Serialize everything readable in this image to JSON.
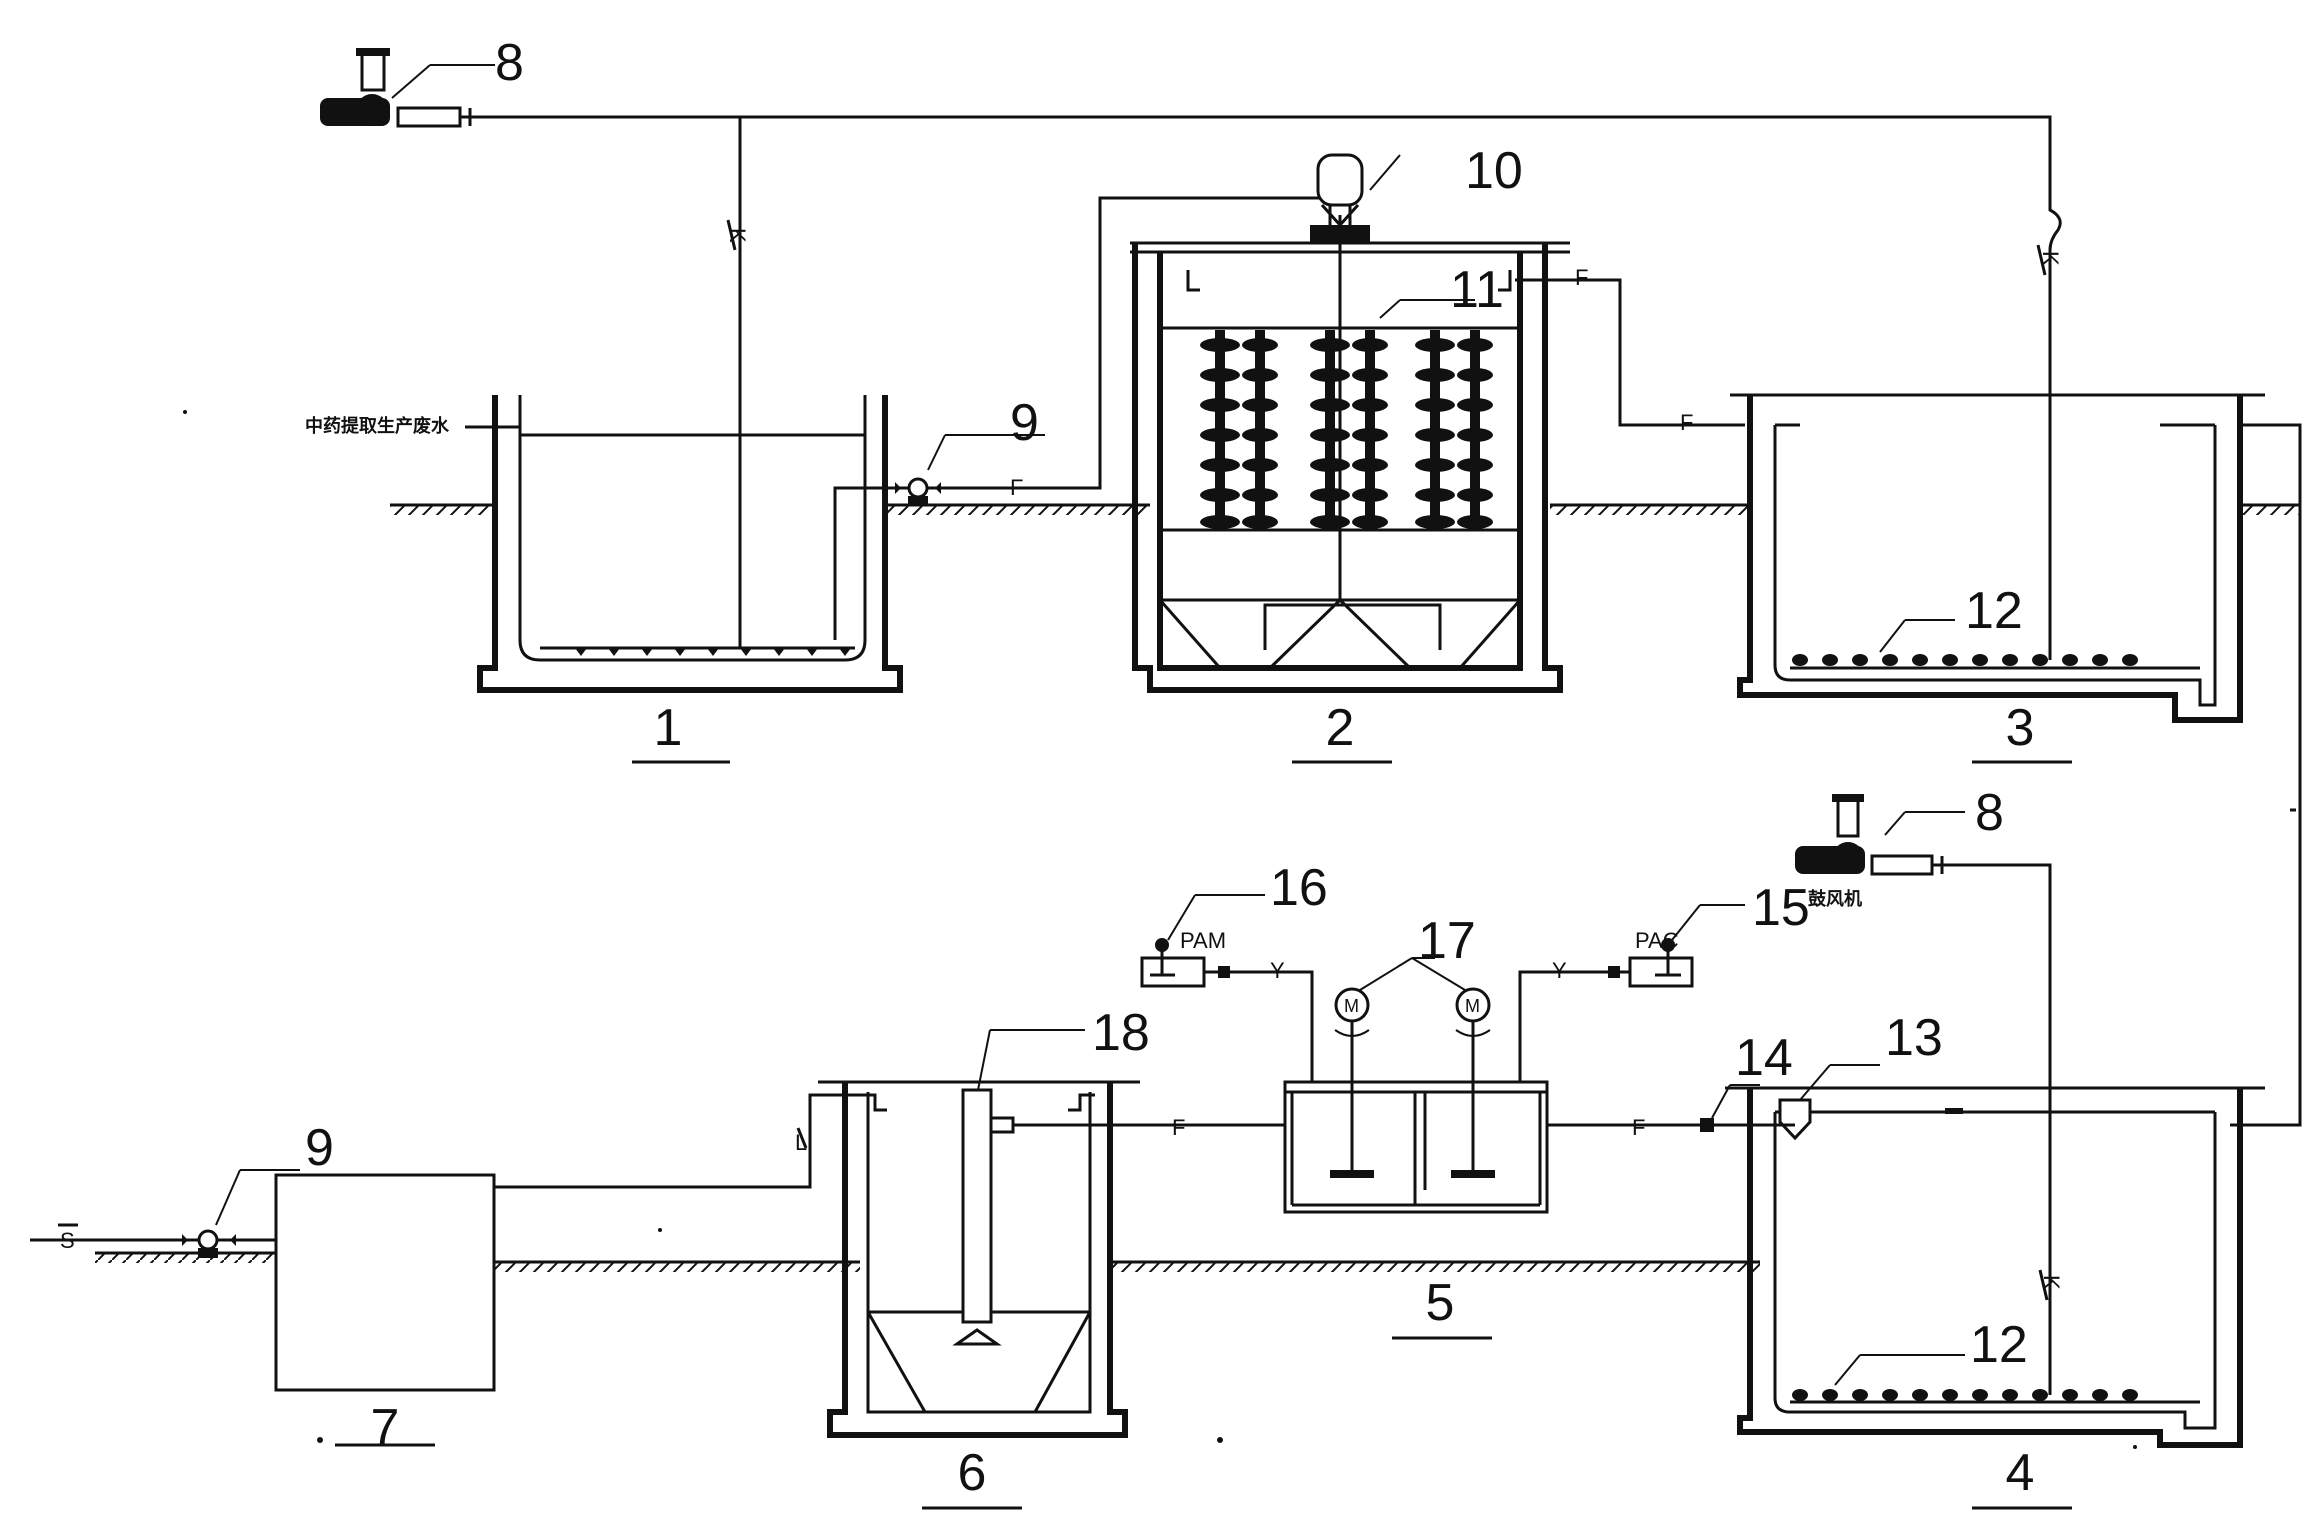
{
  "units": [
    {
      "id": "u1",
      "label": "1"
    },
    {
      "id": "u2",
      "label": "2"
    },
    {
      "id": "u3",
      "label": "3"
    },
    {
      "id": "u4",
      "label": "4"
    },
    {
      "id": "u5",
      "label": "5"
    },
    {
      "id": "u6",
      "label": "6"
    },
    {
      "id": "u7",
      "label": "7"
    }
  ],
  "callouts": {
    "blower_top": "8",
    "blower_bottom": "8",
    "pump_top": "9",
    "pump_bottom": "9",
    "motor_reactor": "10",
    "media_reactor": "11",
    "diffuser_tank3": "12",
    "diffuser_tank4": "12",
    "inlet_device": "13",
    "valve": "14",
    "dosing_right": "15",
    "dosing_left": "16",
    "mixers": "17",
    "center_pipe": "18"
  },
  "inlet_label": "中药提取生产废水",
  "blower_caption": "鼓风机",
  "dosing_right_caption": "PAC",
  "dosing_left_caption": "PAM",
  "line_tags": {
    "air_k1": "K",
    "air_k2": "K",
    "air_k3": "K",
    "f1": "F",
    "f2": "F",
    "f3": "F",
    "f4": "F",
    "f5": "F",
    "y1": "Y",
    "y2": "Y",
    "l1": "L",
    "l2": "L",
    "s1": "S"
  }
}
